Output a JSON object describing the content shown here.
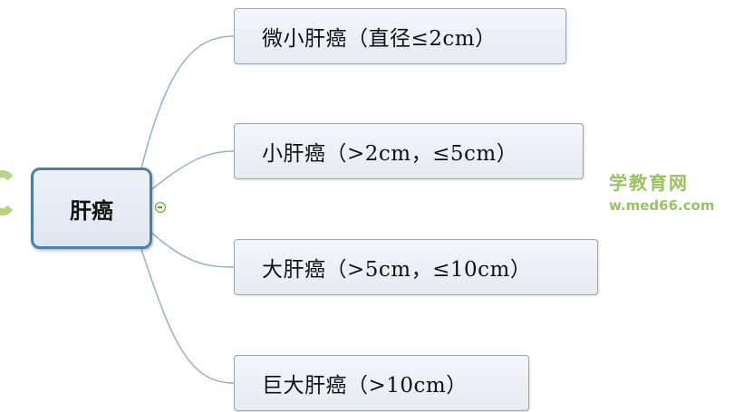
{
  "root": {
    "label": "肝癌"
  },
  "branches": [
    {
      "label": "微小肝癌（直径≤2cm）"
    },
    {
      "label": "小肝癌（>2cm，≤5cm）"
    },
    {
      "label": "大肝癌（>5cm，≤10cm）"
    },
    {
      "label": "巨大肝癌（>10cm）"
    }
  ],
  "watermark": {
    "text": "学教育网",
    "url": "w.med66.com"
  },
  "colors": {
    "connector": "#8fb3cf",
    "root_border": "#4a7fa7",
    "watermark": "#8dbd4e"
  }
}
